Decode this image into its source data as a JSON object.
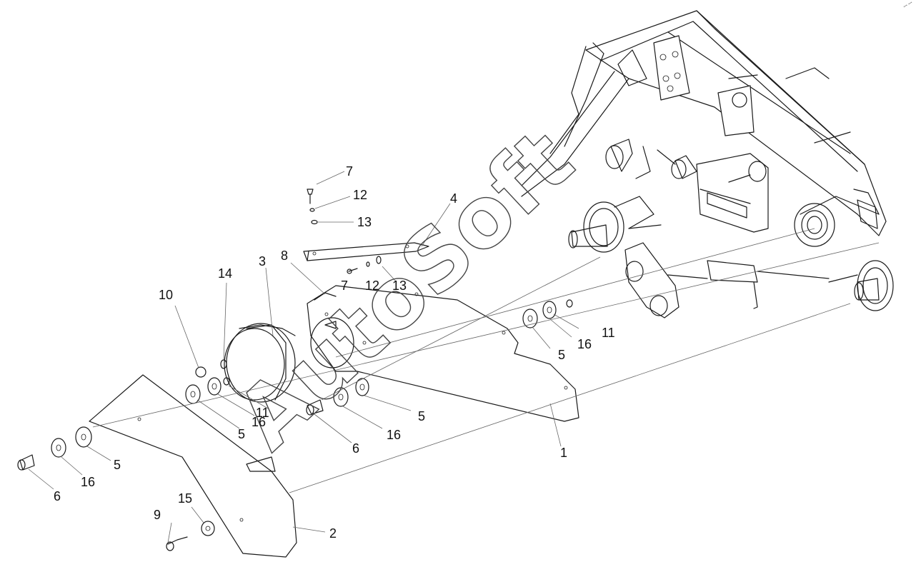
{
  "corner_mark": "ꟷ ꟷ",
  "watermark": "AutoSoft",
  "callouts": [
    {
      "id": "c-7a",
      "text": "7"
    },
    {
      "id": "c-12a",
      "text": "12"
    },
    {
      "id": "c-13a",
      "text": "13"
    },
    {
      "id": "c-4",
      "text": "4"
    },
    {
      "id": "c-3",
      "text": "3"
    },
    {
      "id": "c-8",
      "text": "8"
    },
    {
      "id": "c-14",
      "text": "14"
    },
    {
      "id": "c-10",
      "text": "10"
    },
    {
      "id": "c-7b",
      "text": "7"
    },
    {
      "id": "c-12b",
      "text": "12"
    },
    {
      "id": "c-13b",
      "text": "13"
    },
    {
      "id": "c-11a",
      "text": "11"
    },
    {
      "id": "c-16a",
      "text": "16"
    },
    {
      "id": "c-5a",
      "text": "5"
    },
    {
      "id": "c-5b",
      "text": "5"
    },
    {
      "id": "c-16b",
      "text": "16"
    },
    {
      "id": "c-11b",
      "text": "11"
    },
    {
      "id": "c-5c",
      "text": "5"
    },
    {
      "id": "c-16c",
      "text": "16"
    },
    {
      "id": "c-6a",
      "text": "6"
    },
    {
      "id": "c-1",
      "text": "1"
    },
    {
      "id": "c-5d",
      "text": "5"
    },
    {
      "id": "c-16d",
      "text": "16"
    },
    {
      "id": "c-6b",
      "text": "6"
    },
    {
      "id": "c-15",
      "text": "15"
    },
    {
      "id": "c-9",
      "text": "9"
    },
    {
      "id": "c-2",
      "text": "2"
    }
  ]
}
